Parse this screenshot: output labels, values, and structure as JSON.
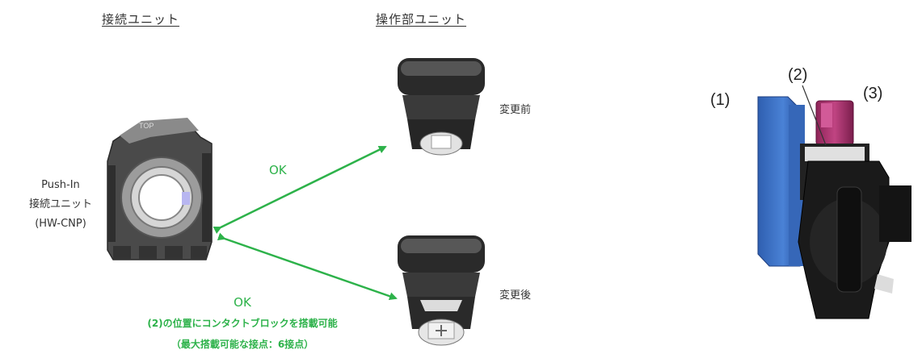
{
  "headings": {
    "connection_unit": "接続ユニット",
    "operation_unit": "操作部ユニット"
  },
  "connection_label": {
    "line1": "Push-In",
    "line2": "接続ユニット",
    "line3": "(HW-CNP)"
  },
  "module_tag": "TOP",
  "before_label": "変更前",
  "after_label": "変更後",
  "ok_upper": "OK",
  "ok_lower": "OK",
  "note_line1": "(2)の位置にコンタクトブロックを搭載可能",
  "note_line2": "（最大搭載可能な接点：6接点）",
  "numbers": {
    "n1": "(1)",
    "n2": "(2)",
    "n3": "(3)"
  },
  "colors": {
    "arrow": "#2db24a",
    "note": "#2db24a",
    "block_blue": "#3f73c8",
    "block_magenta": "#a8326e"
  }
}
